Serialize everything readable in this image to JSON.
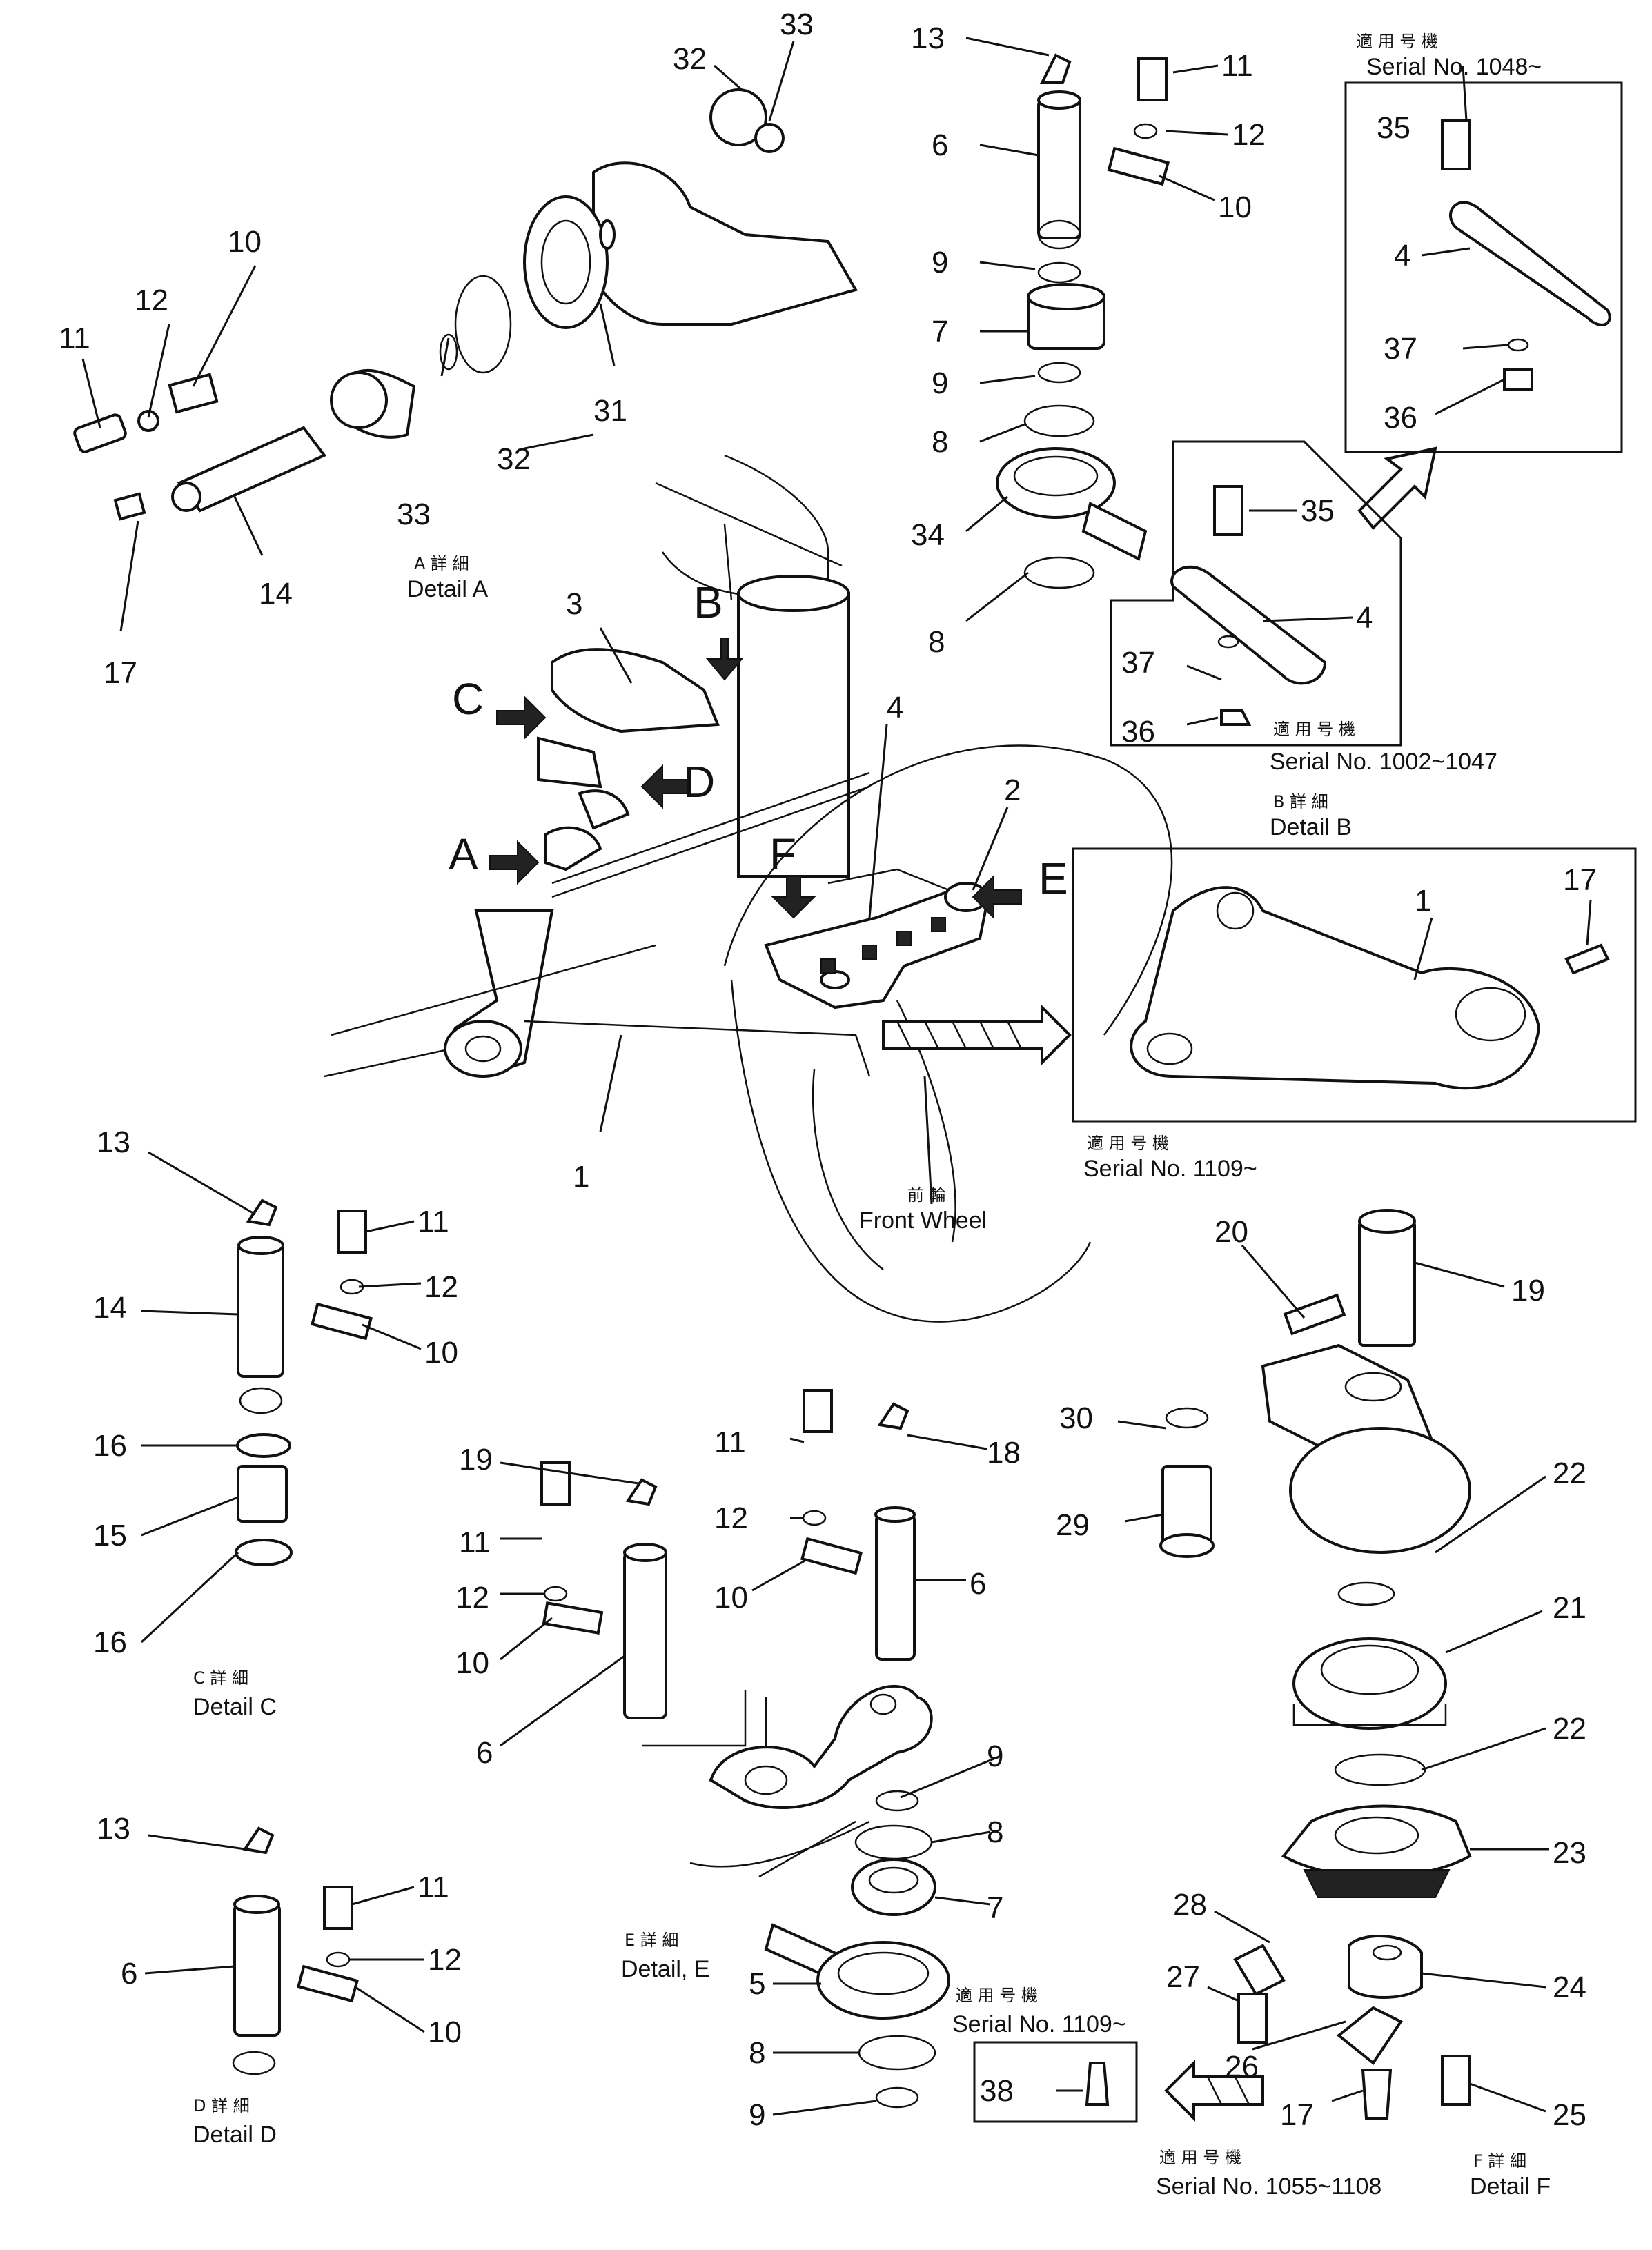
{
  "callouts": [
    "1",
    "2",
    "3",
    "4",
    "5",
    "6",
    "7",
    "8",
    "9",
    "10",
    "11",
    "12",
    "13",
    "14",
    "15",
    "16",
    "17",
    "18",
    "19",
    "20",
    "21",
    "22",
    "23",
    "24",
    "25",
    "26",
    "27",
    "28",
    "29",
    "30",
    "31",
    "32",
    "33",
    "34",
    "35",
    "36",
    "37",
    "38"
  ],
  "view_letters": [
    "A",
    "B",
    "C",
    "D",
    "E",
    "F"
  ],
  "detail_a": {
    "jp": "A 詳 細",
    "en": "Detail A"
  },
  "detail_b": {
    "jp": "B 詳 細",
    "en": "Detail B"
  },
  "detail_c": {
    "jp": "C 詳 細",
    "en": "Detail C"
  },
  "detail_d": {
    "jp": "D 詳 細",
    "en": "Detail D"
  },
  "detail_e": {
    "jp": "E 詳 細",
    "en": "Detail, E"
  },
  "detail_f": {
    "jp": "F 詳 細",
    "en": "Detail F"
  },
  "front_wheel": {
    "jp": "前 輪",
    "en": "Front Wheel"
  },
  "serial_applicability": "適 用 号 機",
  "serials": {
    "s1048": "Serial No. 1048~",
    "s1002": "Serial No. 1002~1047",
    "s1109a": "Serial No. 1109~",
    "s1109b": "Serial No. 1109~",
    "s1055": "Serial No. 1055~1108"
  }
}
